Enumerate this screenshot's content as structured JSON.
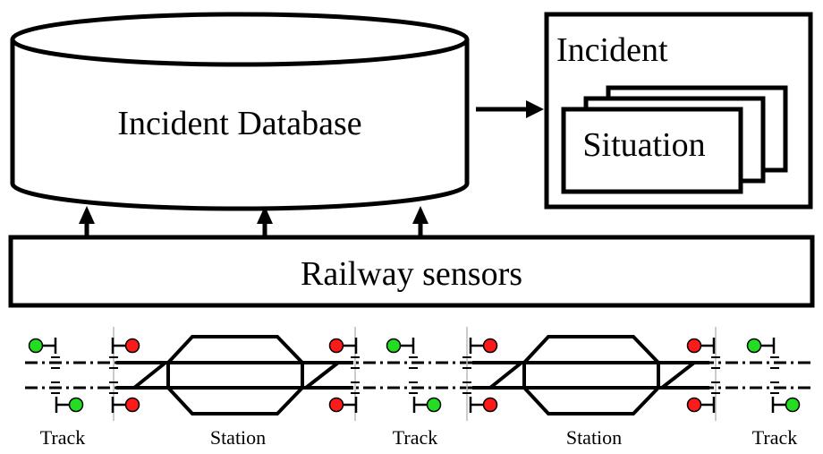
{
  "database": {
    "label": "Incident Database"
  },
  "incident_box": {
    "title": "Incident",
    "situation_label": "Situation"
  },
  "sensors": {
    "label": "Railway sensors"
  },
  "railway": {
    "segment_labels": [
      "Track",
      "Station",
      "Track",
      "Station",
      "Track"
    ]
  },
  "colors": {
    "signal_red": "#ff1a1a",
    "signal_green": "#22dd22",
    "stroke": "#000000"
  }
}
